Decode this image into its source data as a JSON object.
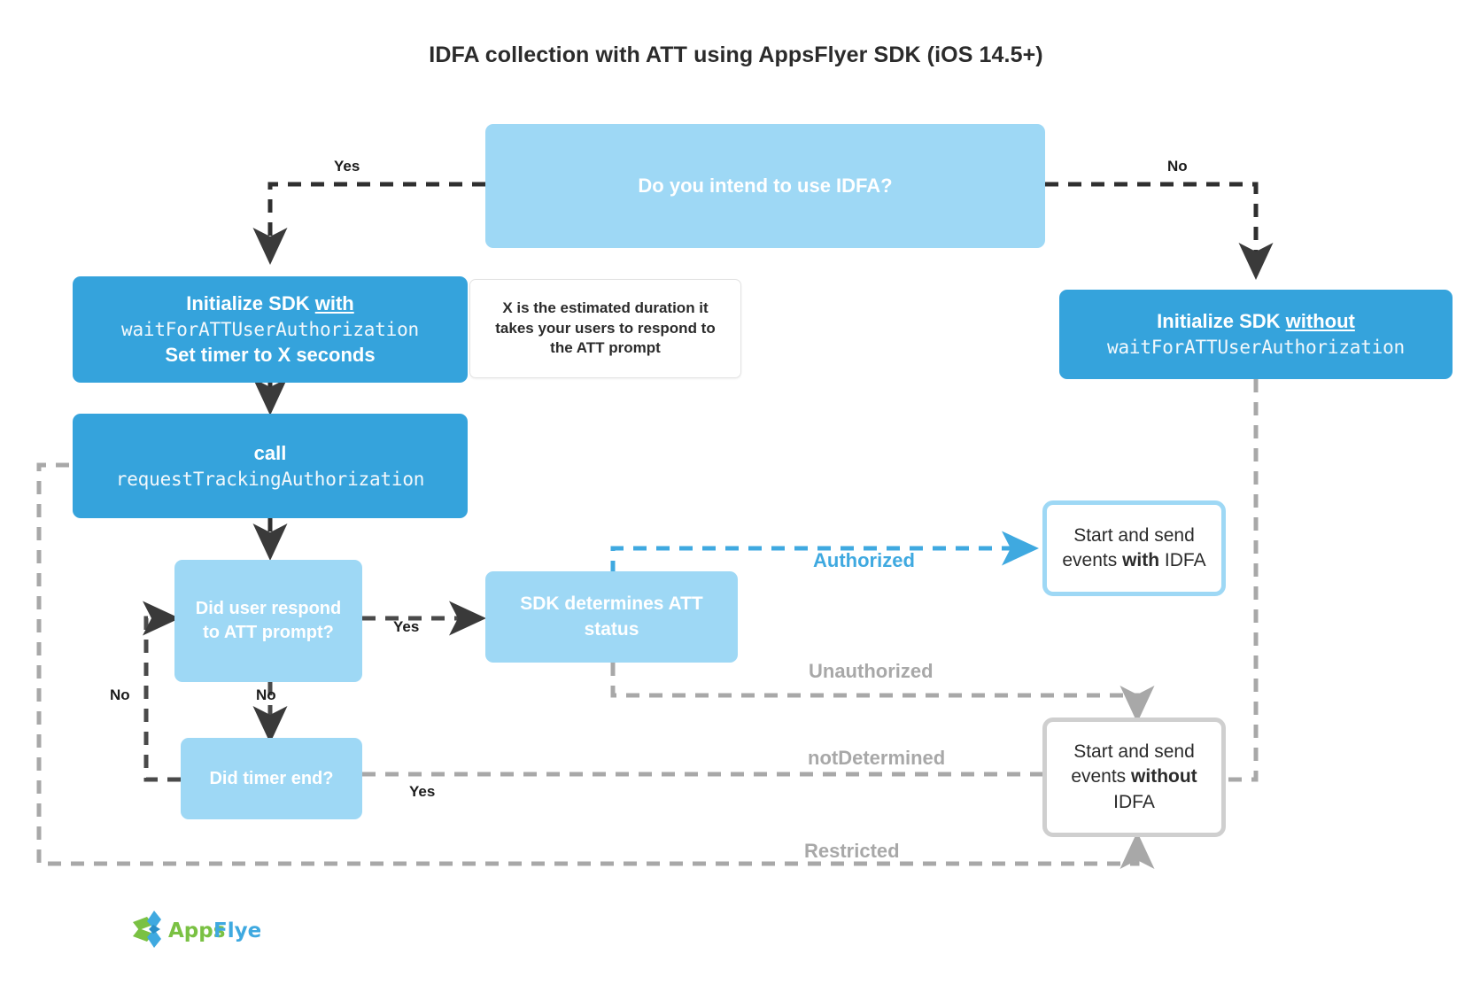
{
  "title": "IDFA collection with ATT using AppsFlyer SDK (iOS 14.5+)",
  "colors": {
    "light_blue": "#9ed8f5",
    "blue": "#35a3dc",
    "gray": "#a8a8a8",
    "dark": "#2b2b2b",
    "white": "#ffffff"
  },
  "nodes": {
    "intend_idfa": {
      "text": "Do you intend to use IDFA?"
    },
    "init_with": {
      "line1_a": "Initialize SDK ",
      "line1_b": "with",
      "line2": "waitForATTUserAuthorization",
      "line3": "Set timer to X seconds"
    },
    "note_x": {
      "text": "X is the estimated duration it takes your users to respond to the ATT prompt"
    },
    "call_request": {
      "line1": "call",
      "line2": "requestTrackingAuthorization"
    },
    "did_user_respond": {
      "text": "Did user respond to ATT prompt?"
    },
    "did_timer_end": {
      "text": "Did timer end?"
    },
    "sdk_determines": {
      "text": "SDK determines ATT status"
    },
    "init_without": {
      "line1_a": "Initialize SDK ",
      "line1_b": "without",
      "line2": "waitForATTUserAuthorization"
    },
    "events_with_idfa": {
      "part1": "Start and send events ",
      "part2": "with",
      "part3": " IDFA"
    },
    "events_without_idfa": {
      "part1": "Start and send events ",
      "part2": "without",
      "part3": " IDFA"
    }
  },
  "edge_labels": {
    "yes_top_left": "Yes",
    "no_top_right": "No",
    "yes_respond": "Yes",
    "no_respond": "No",
    "no_loop_back": "No",
    "yes_timer": "Yes",
    "authorized": "Authorized",
    "unauthorized": "Unauthorized",
    "not_determined": "notDetermined",
    "restricted": "Restricted"
  },
  "logo": {
    "name": "AppsFlyer",
    "word_green": "Apps",
    "word_blue": "Flyer",
    "green": "#7ac143",
    "blue": "#3fa9e0"
  }
}
